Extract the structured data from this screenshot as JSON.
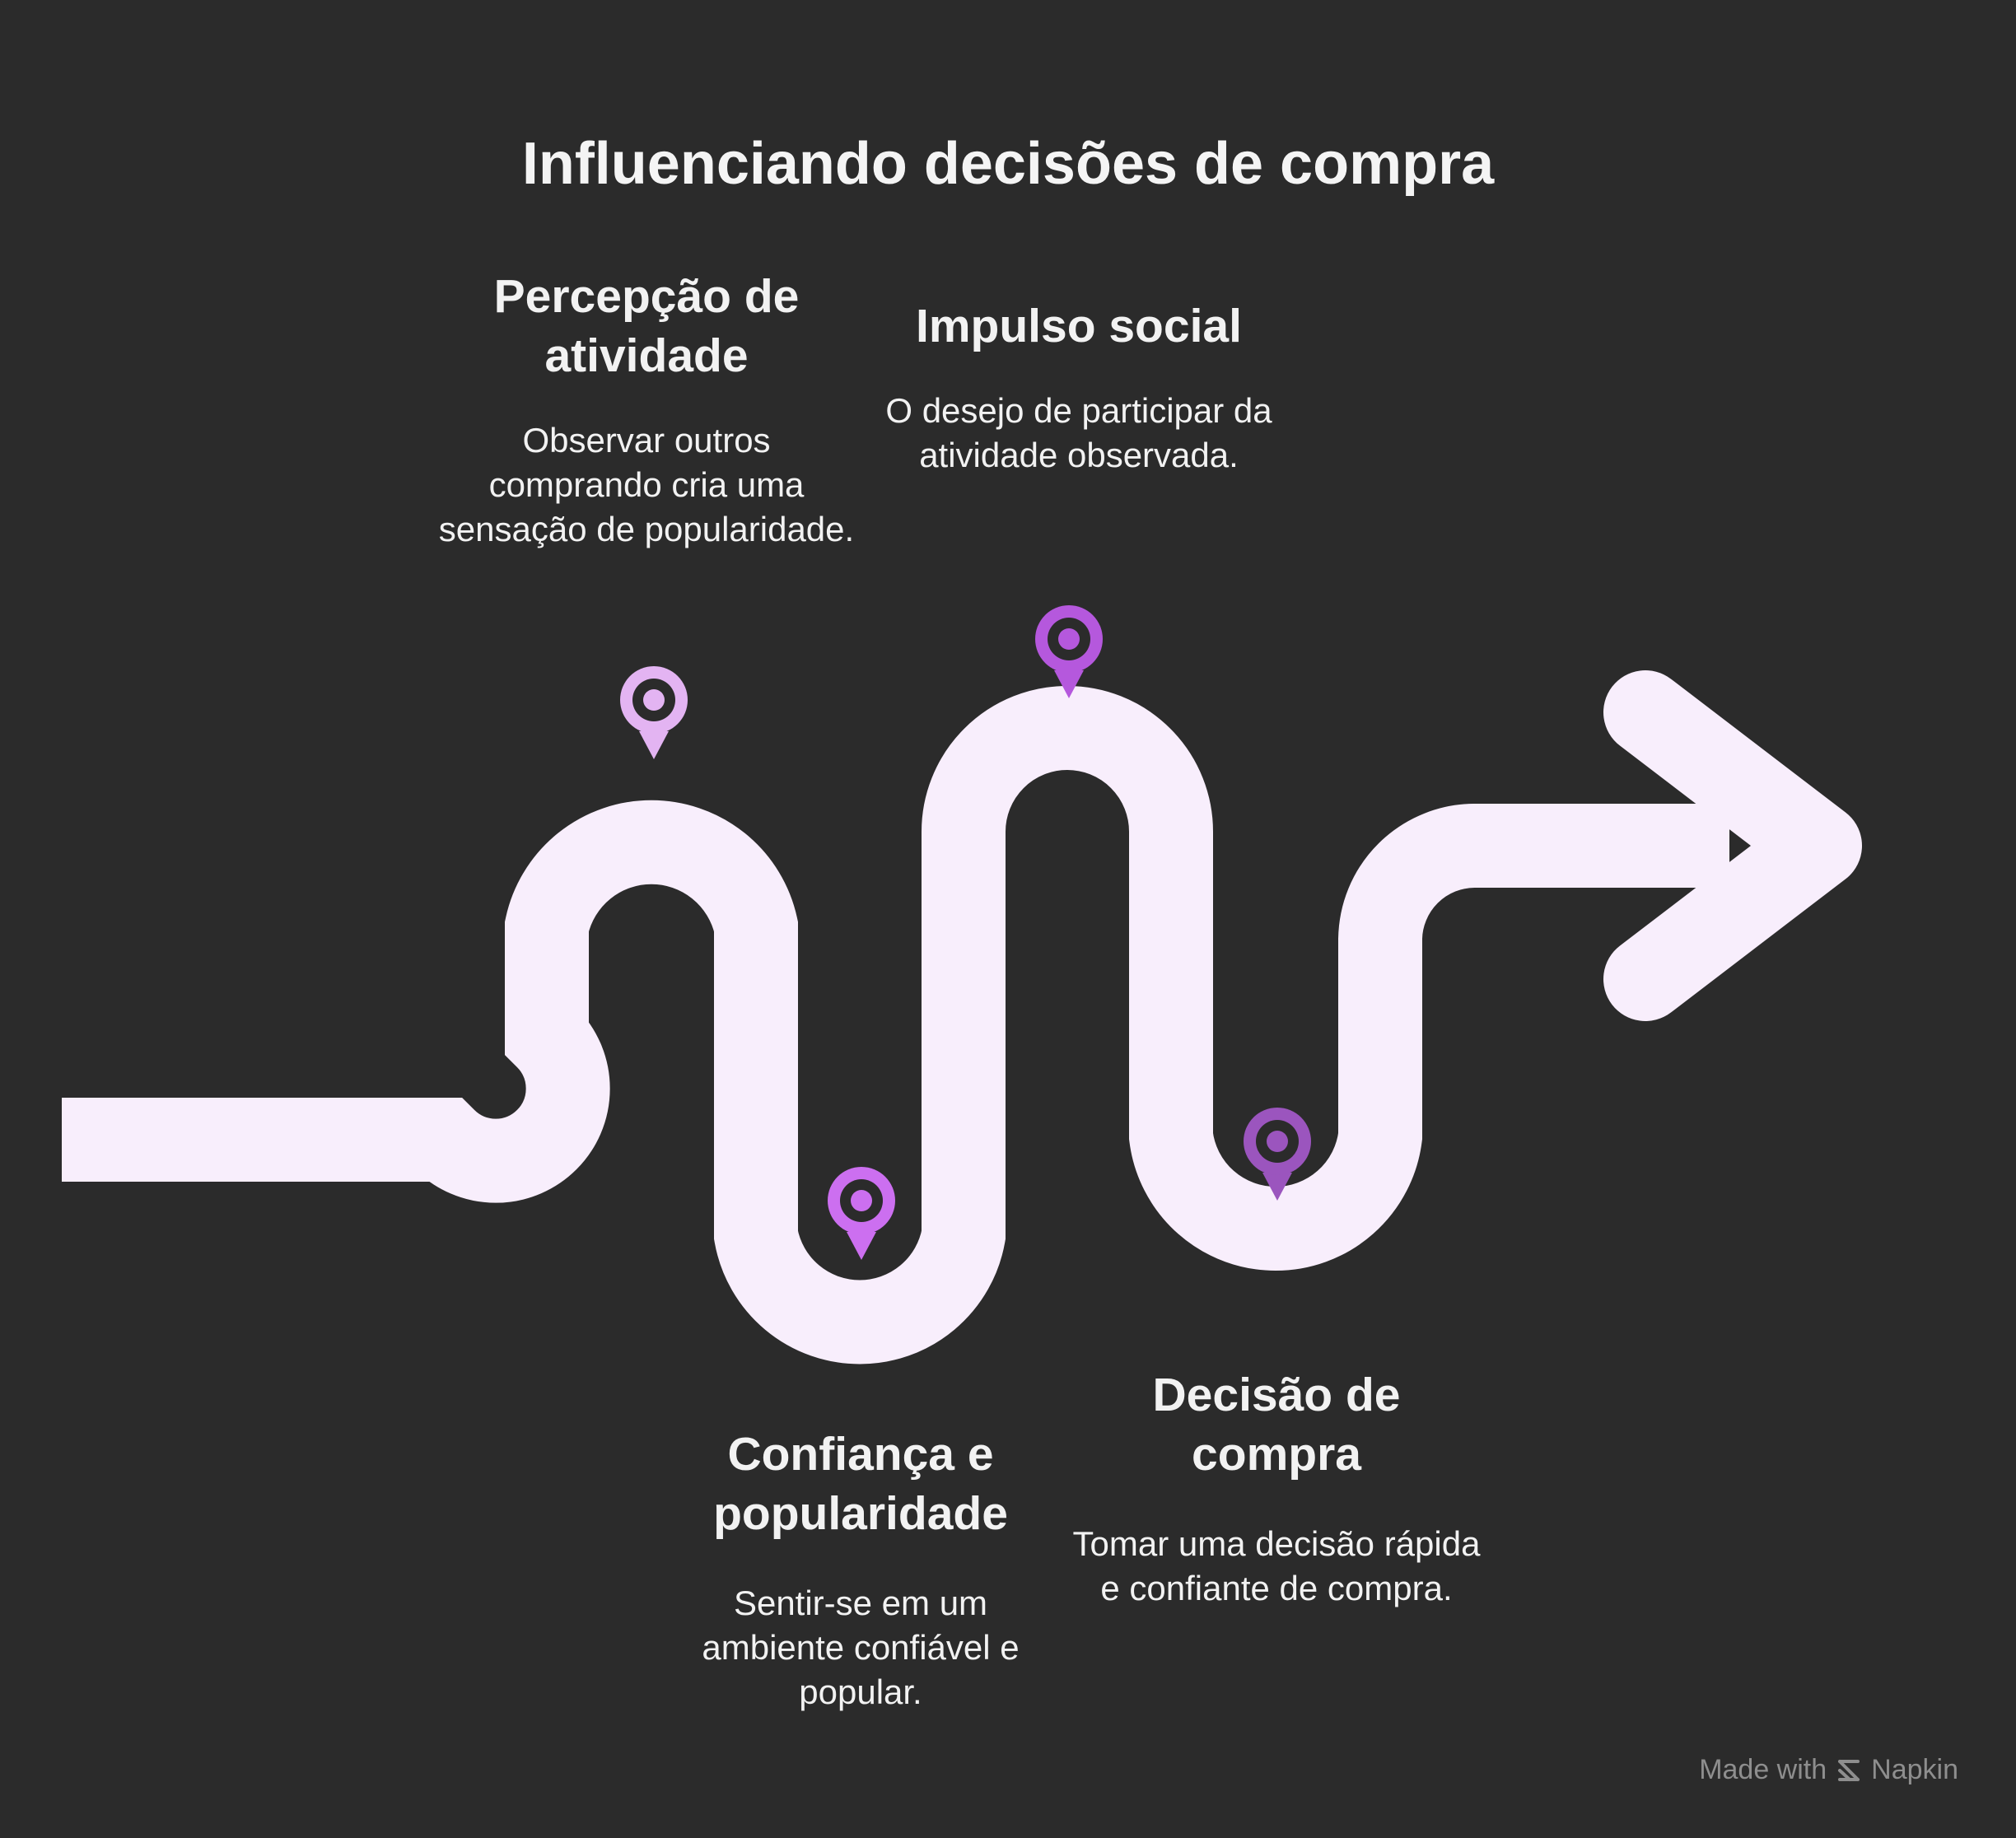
{
  "title": "Influenciando decisões de compra",
  "steps": [
    {
      "heading": "Percepção de atividade",
      "text": "Observar outros comprando cria uma sensação de popularidade.",
      "pin_color": "#e3b4f2"
    },
    {
      "heading": "Impulso social",
      "text": "O desejo de participar da atividade observada.",
      "pin_color": "#b558dd"
    },
    {
      "heading": "Confiança e popularidade",
      "text": "Sentir-se em um ambiente confiável e popular.",
      "pin_color": "#cc6ff0"
    },
    {
      "heading": "Decisão de compra",
      "text": "Tomar uma decisão rápida e confiante de compra.",
      "pin_color": "#9b55be"
    }
  ],
  "road_color": "#f8eefc",
  "brand": {
    "made_with": "Made with",
    "name": "Napkin"
  },
  "icons": {
    "pin": "location-pin-icon",
    "brand": "napkin-logo-icon"
  }
}
